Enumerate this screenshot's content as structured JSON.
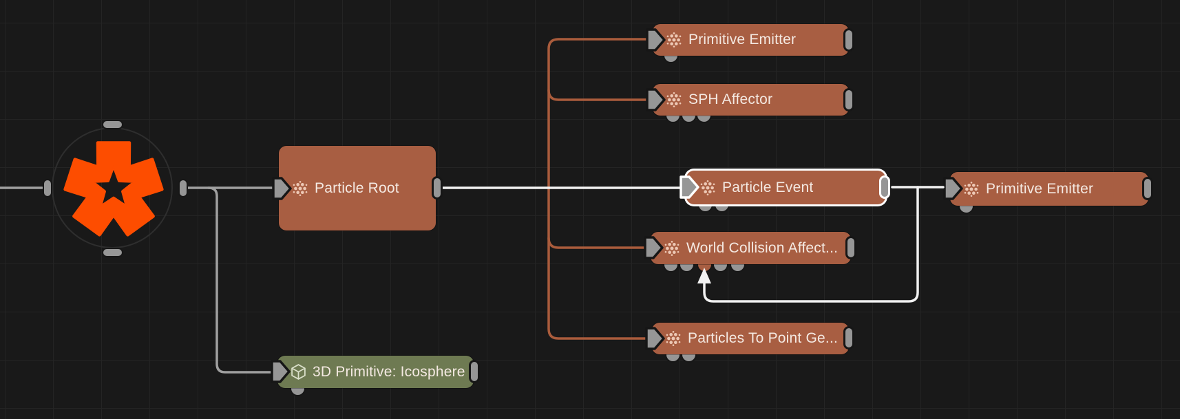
{
  "editor": {
    "type_label": "particle node graph",
    "colors": {
      "background": "#191919",
      "grid_line": "#242424",
      "particle_node": "#a85e42",
      "geometry_node": "#6e7a52",
      "particle_wire": "#aa5c3c",
      "default_wire": "#a0a0a0",
      "active_wire": "#f2f2f2",
      "connector": "#969696",
      "selection": "#ffffff",
      "logo_orange": "#fd4d00",
      "label_text": "#f4e9e2"
    },
    "nodes": {
      "particle_root": {
        "label": "Particle Root",
        "icon": "particles-icon",
        "selected": false
      },
      "primitive_emitter_top": {
        "label": "Primitive Emitter",
        "icon": "particles-icon",
        "selected": false
      },
      "sph_affector": {
        "label": "SPH Affector",
        "icon": "particles-icon",
        "selected": false
      },
      "particle_event": {
        "label": "Particle Event",
        "icon": "particles-icon",
        "selected": true
      },
      "world_collision": {
        "label": "World Collision Affect...",
        "icon": "particles-icon",
        "selected": false
      },
      "primitive_emitter_right": {
        "label": "Primitive Emitter",
        "icon": "particles-icon",
        "selected": false
      },
      "particles_to_point": {
        "label": "Particles To Point Ge...",
        "icon": "particles-icon",
        "selected": false
      },
      "icosphere": {
        "label": "3D Primitive: Icosphere",
        "icon": "cube-icon",
        "selected": false
      }
    },
    "connections": [
      "offscreen-left -> bypass-node",
      "bypass-node -> particle-root",
      "bypass-node -> icosphere",
      "particle-root -> primitive-emitter-top",
      "particle-root -> sph-affector",
      "particle-root -> particle-event",
      "particle-root -> world-collision",
      "particle-root -> particles-to-point",
      "particle-event -> primitive-emitter-right",
      "particle-event -> world-collision (feedback arrow)"
    ]
  }
}
